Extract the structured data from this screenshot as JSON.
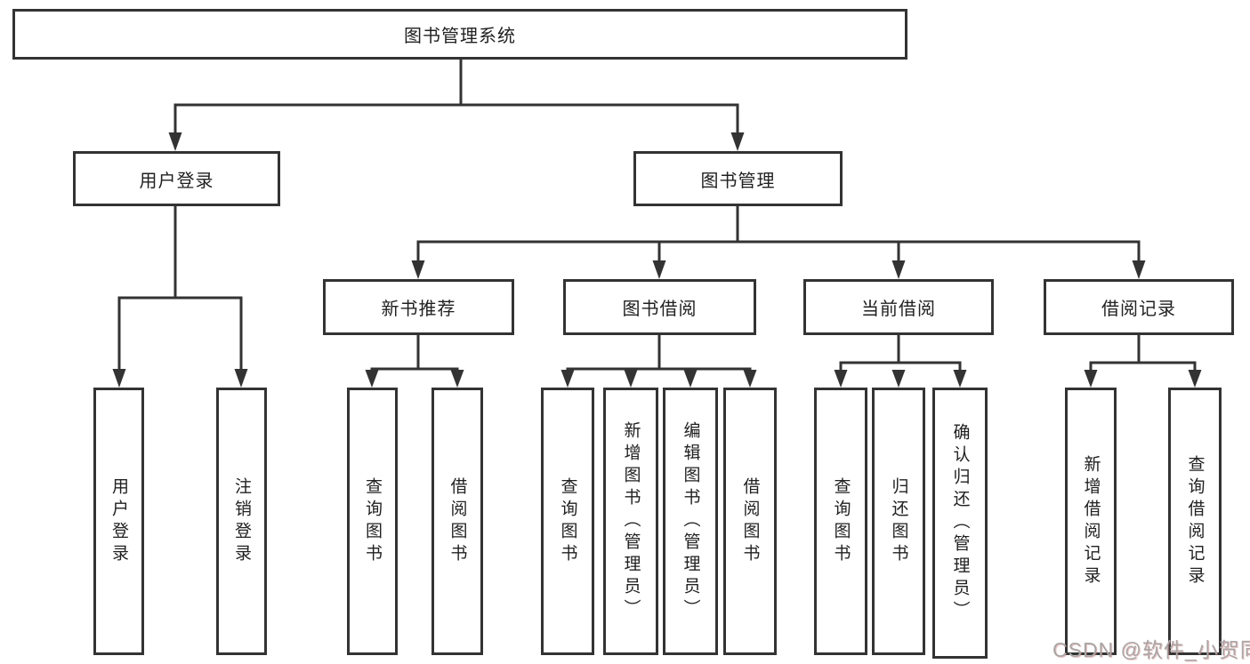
{
  "diagram_title": "图书管理系统",
  "tree": {
    "label": "图书管理系统",
    "children": [
      {
        "label": "用户登录",
        "children": [
          {
            "label": "用户登录"
          },
          {
            "label": "注销登录"
          }
        ]
      },
      {
        "label": "图书管理",
        "children": [
          {
            "label": "新书推荐",
            "children": [
              {
                "label": "查询图书"
              },
              {
                "label": "借阅图书"
              }
            ]
          },
          {
            "label": "图书借阅",
            "children": [
              {
                "label": "查询图书"
              },
              {
                "label": "新增图书（管理员）"
              },
              {
                "label": "编辑图书（管理员）"
              },
              {
                "label": "借阅图书"
              }
            ]
          },
          {
            "label": "当前借阅",
            "children": [
              {
                "label": "查询图书"
              },
              {
                "label": "归还图书"
              },
              {
                "label": "确认归还（管理员）"
              }
            ]
          },
          {
            "label": "借阅记录",
            "children": [
              {
                "label": "新增借阅记录"
              },
              {
                "label": "查询借阅记录"
              }
            ]
          }
        ]
      }
    ]
  },
  "watermark": {
    "text": "CSDN @软件_小贺同学"
  },
  "colors": {
    "line": "#333333",
    "box_border": "#333333",
    "text": "#212121",
    "watermark": "#aaa6a6",
    "background": "#ffffff"
  }
}
